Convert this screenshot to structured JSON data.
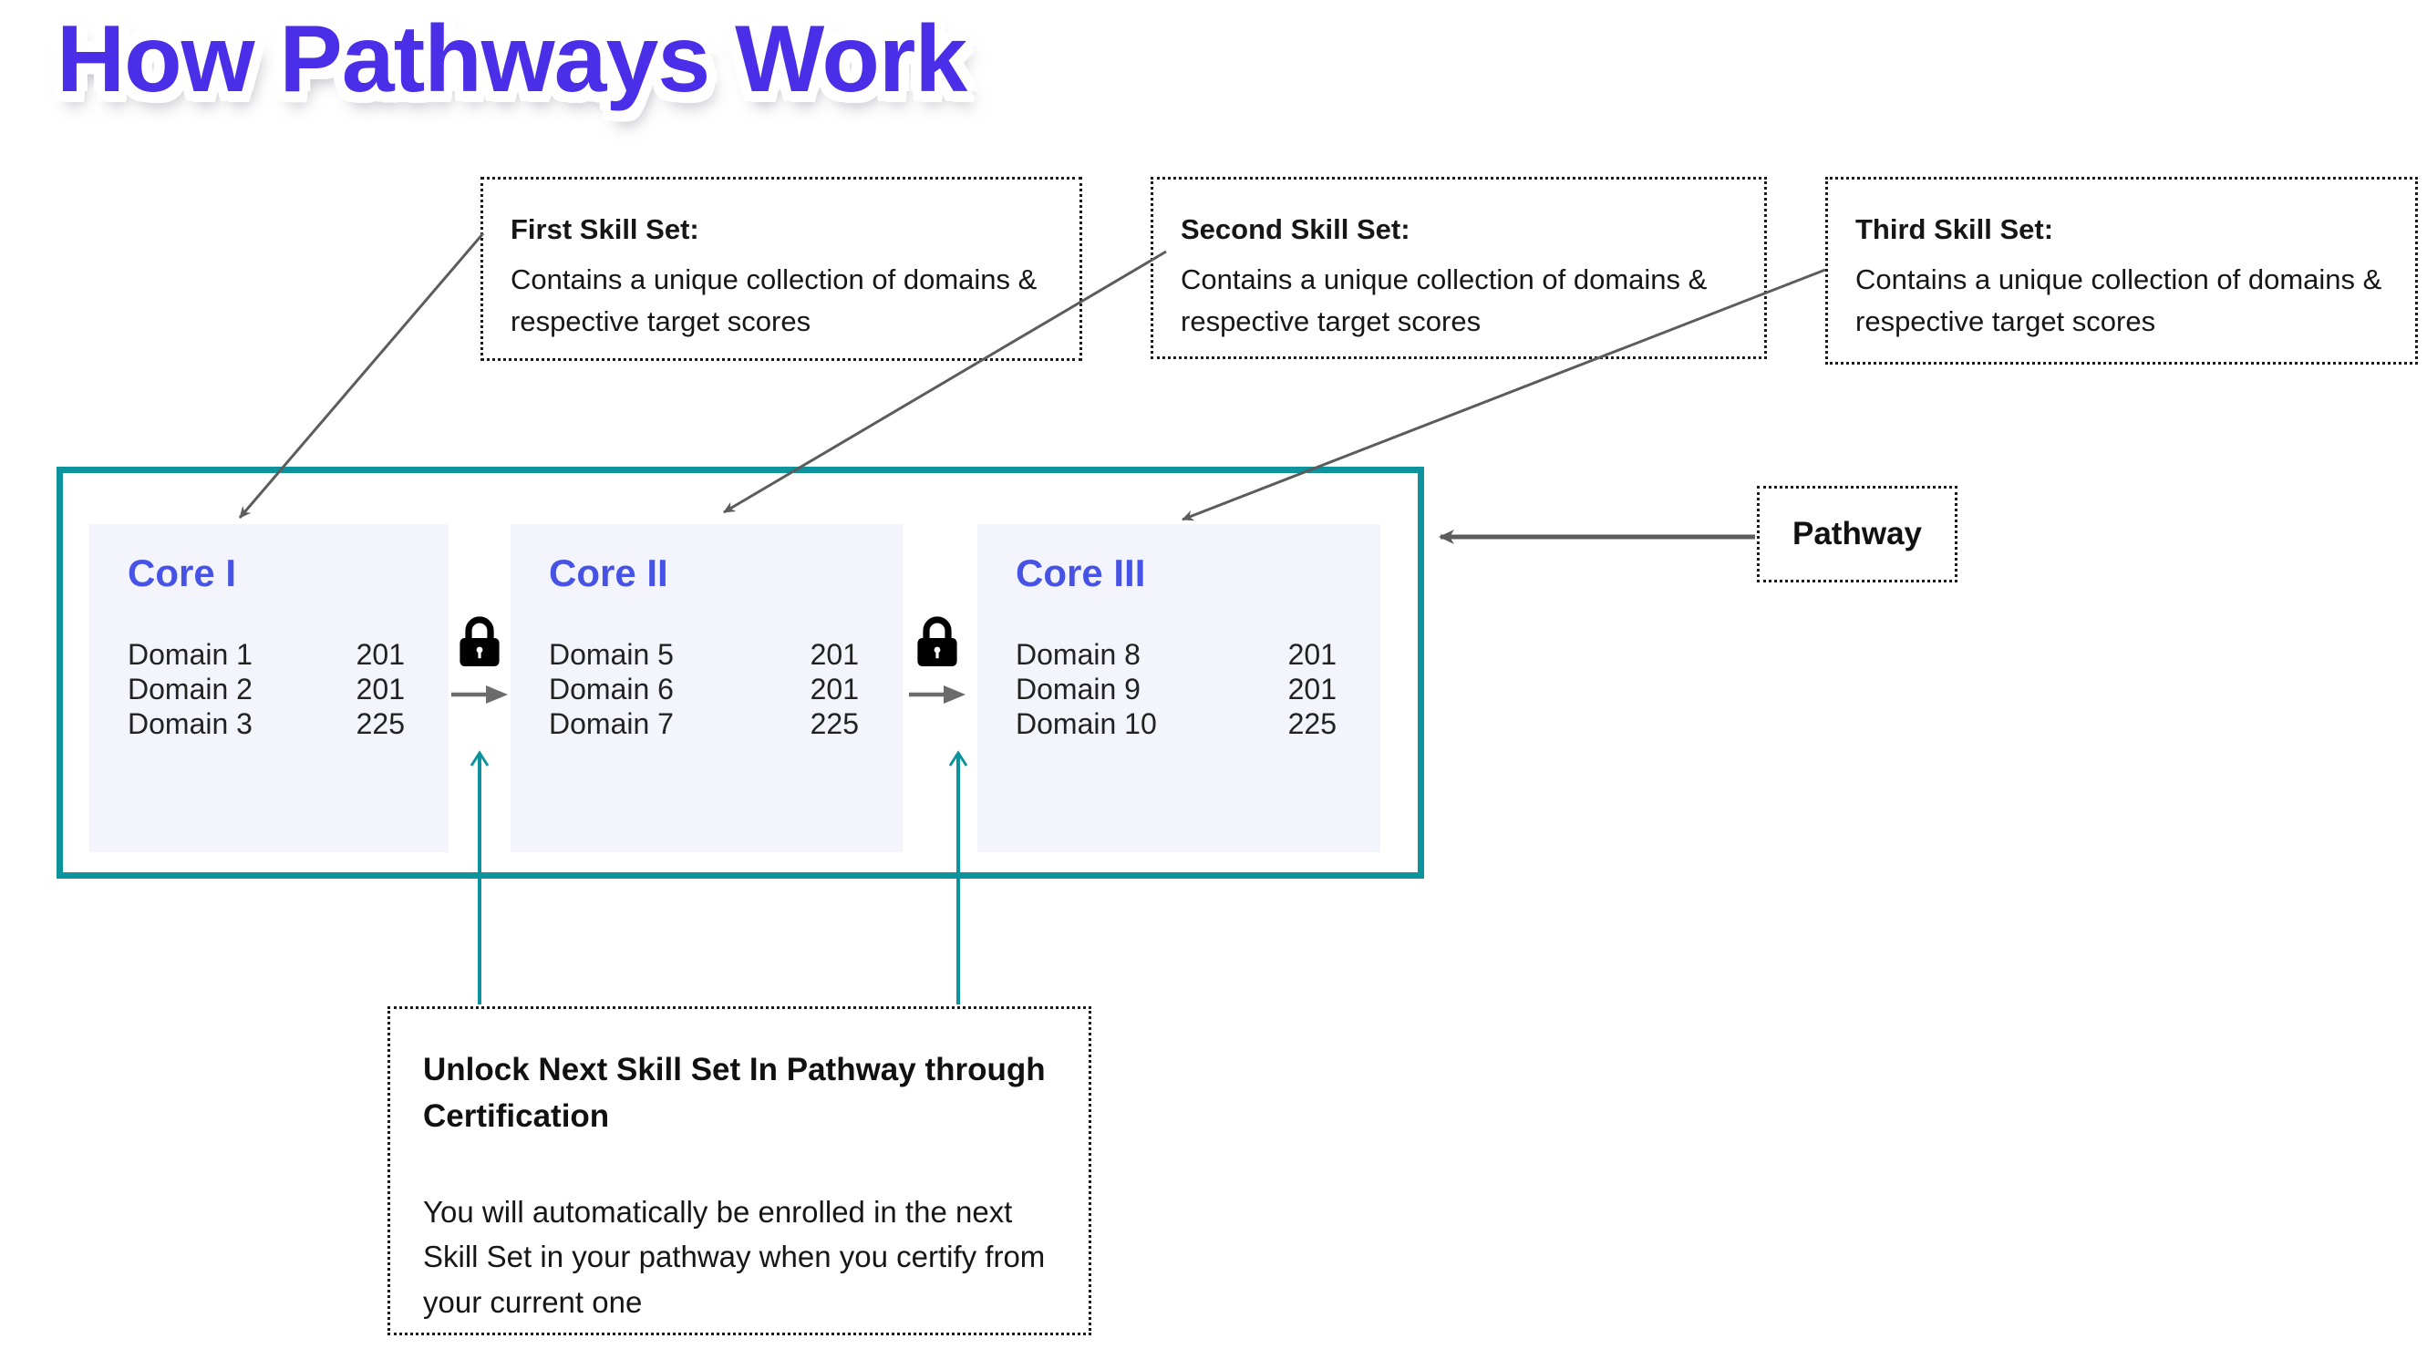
{
  "page": {
    "title": "How Pathways Work"
  },
  "colors": {
    "title-blue": "#4a2ee8",
    "core-blue": "#4753e6",
    "teal": "#0d939e",
    "card-bg": "#f4f4fc",
    "arrow-gray": "#6b6b6b",
    "line-gray": "#5c5c5c"
  },
  "skill_set_notes": [
    {
      "heading": "First Skill Set:",
      "body": "Contains a unique collection of domains & respective target scores"
    },
    {
      "heading": "Second Skill Set:",
      "body": "Contains a unique collection of domains & respective target scores"
    },
    {
      "heading": "Third Skill Set:",
      "body": "Contains a unique collection of domains & respective target scores"
    }
  ],
  "pathway": {
    "label": "Pathway",
    "cards": [
      {
        "title": "Core I",
        "domains": [
          {
            "name": "Domain 1",
            "score": "201"
          },
          {
            "name": "Domain 2",
            "score": "201"
          },
          {
            "name": "Domain 3",
            "score": "225"
          }
        ]
      },
      {
        "title": "Core II",
        "domains": [
          {
            "name": "Domain 5",
            "score": "201"
          },
          {
            "name": "Domain 6",
            "score": "201"
          },
          {
            "name": "Domain 7",
            "score": "225"
          }
        ]
      },
      {
        "title": "Core III",
        "domains": [
          {
            "name": "Domain 8",
            "score": "201"
          },
          {
            "name": "Domain 9",
            "score": "201"
          },
          {
            "name": "Domain 10",
            "score": "225"
          }
        ]
      }
    ],
    "connector_icons": {
      "lock": "lock-icon",
      "next": "right-arrow-icon"
    }
  },
  "unlock_note": {
    "heading": "Unlock Next Skill Set In Pathway through Certification",
    "body": "You will automatically be enrolled in the next Skill Set in your pathway when you certify from your current one"
  }
}
